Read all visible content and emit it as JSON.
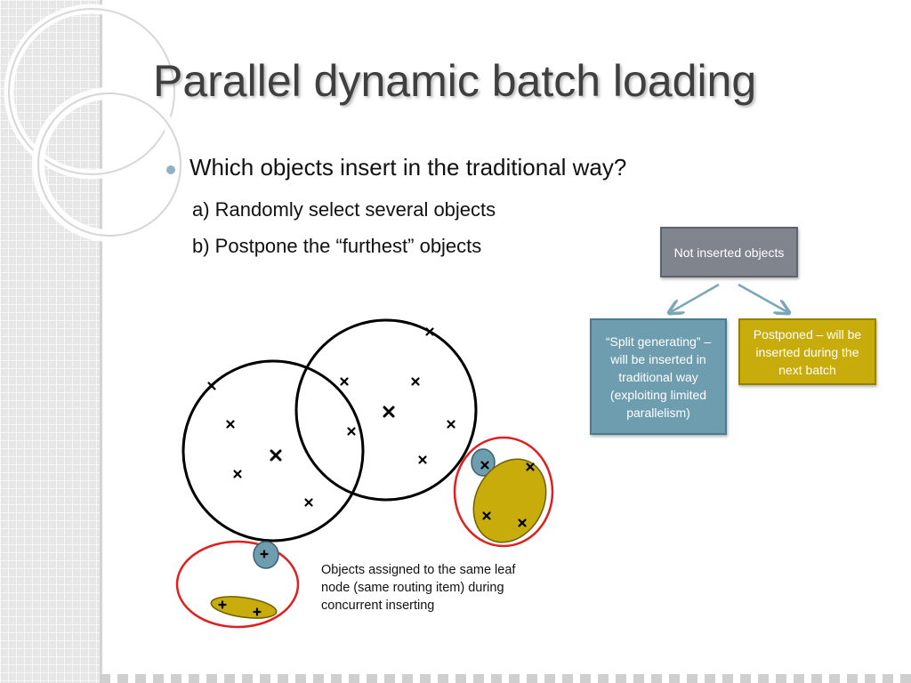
{
  "slide": {
    "title": "Parallel dynamic batch loading",
    "bullet": "Which objects insert in the traditional way?",
    "sub_items": [
      "a) Randomly select several objects",
      "b) Postpone the “furthest” objects"
    ]
  },
  "flow": {
    "not_inserted": "Not inserted objects",
    "split_generating": "“Split generating” – will be inserted in traditional way (exploiting limited parallelism)",
    "postponed": "Postponed – will be inserted during the next batch"
  },
  "caption": "Objects assigned to the same leaf node (same routing item) during concurrent inserting",
  "colors": {
    "node_grey": "#7f848d",
    "split_blue": "#6f9db0",
    "postponed_gold": "#c7ac0c",
    "group_outline_red": "#e02020",
    "arrow": "#7aa6b8"
  }
}
